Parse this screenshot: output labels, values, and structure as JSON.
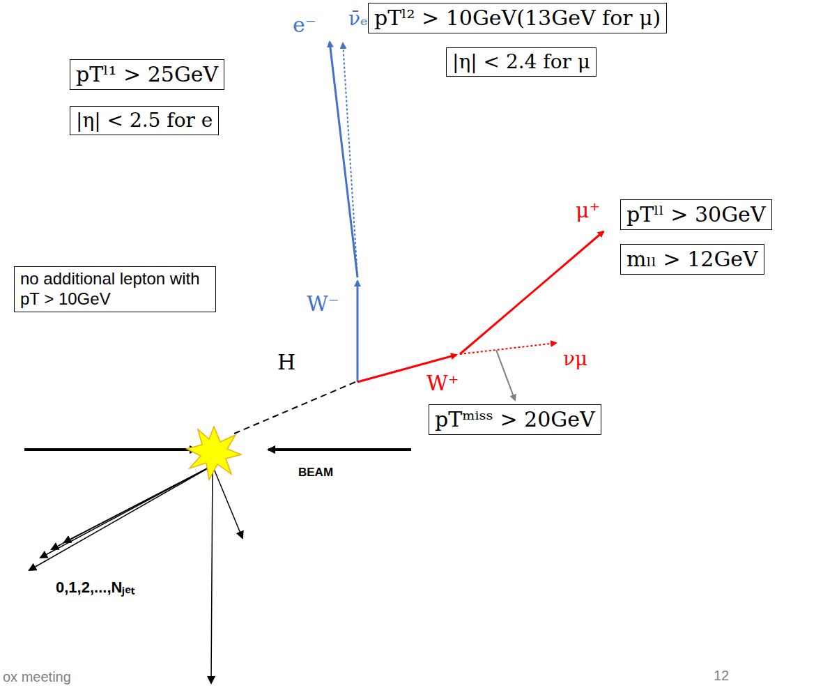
{
  "diagram": {
    "nodes": [
      {
        "text": [
          "pTˡ¹ > 25GeV"
        ]
      },
      {
        "text": [
          "|η| < 2.5 for e"
        ]
      },
      {
        "text": [
          "no additional lepton with pT > 10GeV"
        ]
      },
      {
        "text": [
          "pTˡ² > 10GeV(13GeV for μ)"
        ]
      },
      {
        "text": [
          "|η| < 2.4 for μ"
        ]
      },
      {
        "text": [
          "pTˡˡ > 30GeV"
        ]
      },
      {
        "text": [
          "mₗₗ > 12GeV"
        ]
      },
      {
        "text": [
          "pTᵐⁱˢˢ > 20GeV"
        ]
      }
    ],
    "labels": [
      "e⁻",
      "ν̄ₑ",
      "W⁻",
      "μ⁺",
      "νμ",
      "W⁺",
      "H",
      "BEAM",
      "0,1,2,...,Nⱼₑₜ",
      "ox meeting",
      "12"
    ]
  }
}
